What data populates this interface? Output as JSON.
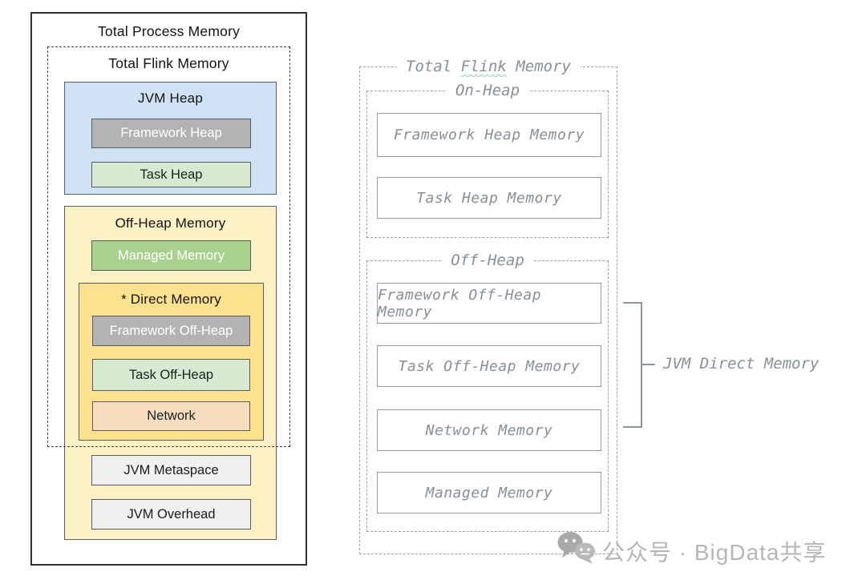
{
  "left": {
    "title": "Total Process Memory",
    "flink_title": "Total Flink Memory",
    "jvm_heap_title": "JVM Heap",
    "framework_heap": "Framework Heap",
    "task_heap": "Task Heap",
    "offheap_title": "Off-Heap Memory",
    "managed": "Managed Memory",
    "direct_title": "* Direct Memory",
    "framework_offheap": "Framework Off-Heap",
    "task_offheap": "Task Off-Heap",
    "network": "Network",
    "metaspace": "JVM Metaspace",
    "overhead": "JVM Overhead"
  },
  "right": {
    "title_parts": {
      "pre": "Total ",
      "flink": "Flink",
      "post": " Memory"
    },
    "onheap_label": "On-Heap",
    "offheap_label": "Off-Heap",
    "boxes_onheap": [
      "Framework Heap Memory",
      "Task Heap Memory"
    ],
    "boxes_offheap": [
      "Framework Off-Heap Memory",
      "Task Off-Heap Memory",
      "Network Memory",
      "Managed Memory"
    ],
    "bracket_label": "JVM Direct Memory"
  },
  "watermark": {
    "icon": "wechat-icon",
    "text": "公众号 · BigData共享"
  },
  "colors": {
    "jvm_heap_fill": "#cfe2f3",
    "framework_fill": "#b3b3b3",
    "task_fill": "#d9ead3",
    "offheap_fill": "#fcf0c5",
    "direct_fill": "#fde28e",
    "managed_fill": "#a9d18e",
    "network_fill": "#f8dcc0",
    "jvm_misc_fill": "#f0f0f0",
    "sketch_stroke": "#9aa2ab",
    "sketch_text": "#878f97",
    "watermark_gray": "#b6b6b6"
  }
}
